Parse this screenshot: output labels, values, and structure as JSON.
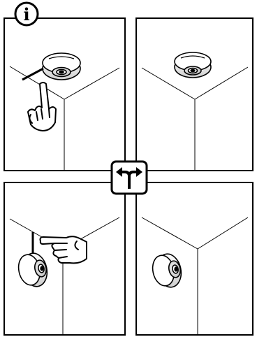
{
  "info_badge": {
    "icon": "info-icon",
    "glyph": "i"
  },
  "split_badge": {
    "icon": "fork-arrows-icon"
  },
  "panels": [
    {
      "id": "panel-ceiling-with-hand",
      "scene": "ceiling-corner",
      "camera": "ceiling",
      "pointer": "pointing-up-hand-icon"
    },
    {
      "id": "panel-ceiling-plain",
      "scene": "ceiling-corner",
      "camera": "ceiling",
      "pointer": null
    },
    {
      "id": "panel-wall-with-hand",
      "scene": "wall-corner",
      "camera": "wall",
      "pointer": "pointing-left-hand-icon"
    },
    {
      "id": "panel-wall-plain",
      "scene": "wall-corner",
      "camera": "wall",
      "pointer": null
    }
  ],
  "colors": {
    "ink": "#000000",
    "paper": "#ffffff",
    "shade": "#d6d6d6"
  }
}
